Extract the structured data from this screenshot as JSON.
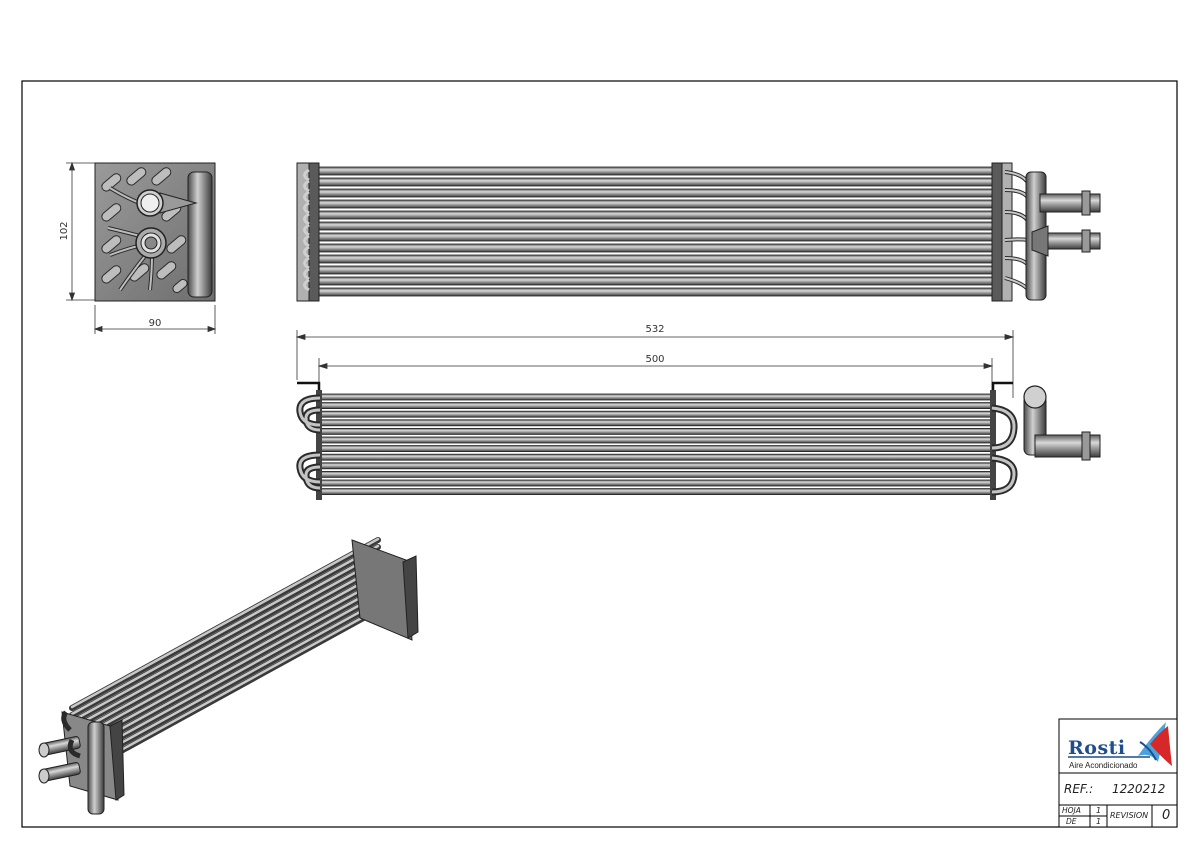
{
  "drawing": {
    "dimensions": {
      "height_end": "102",
      "width_end": "90",
      "overall_length": "532",
      "core_length": "500"
    }
  },
  "title_block": {
    "brand": "Rosti",
    "subtitle": "Aire Acondicionado",
    "ref_label": "REF.:",
    "ref_value": "1220212",
    "hoja_label": "HOJA",
    "hoja_value": "1",
    "de_label": "DE",
    "de_value": "1",
    "revision_label": "REVISION",
    "revision_value": "0"
  },
  "colors": {
    "line": "#000000",
    "tube": "#8c8c8c",
    "logo_blue": "#1f4e8c",
    "logo_light_blue": "#4aa3df",
    "logo_red": "#d62828"
  }
}
